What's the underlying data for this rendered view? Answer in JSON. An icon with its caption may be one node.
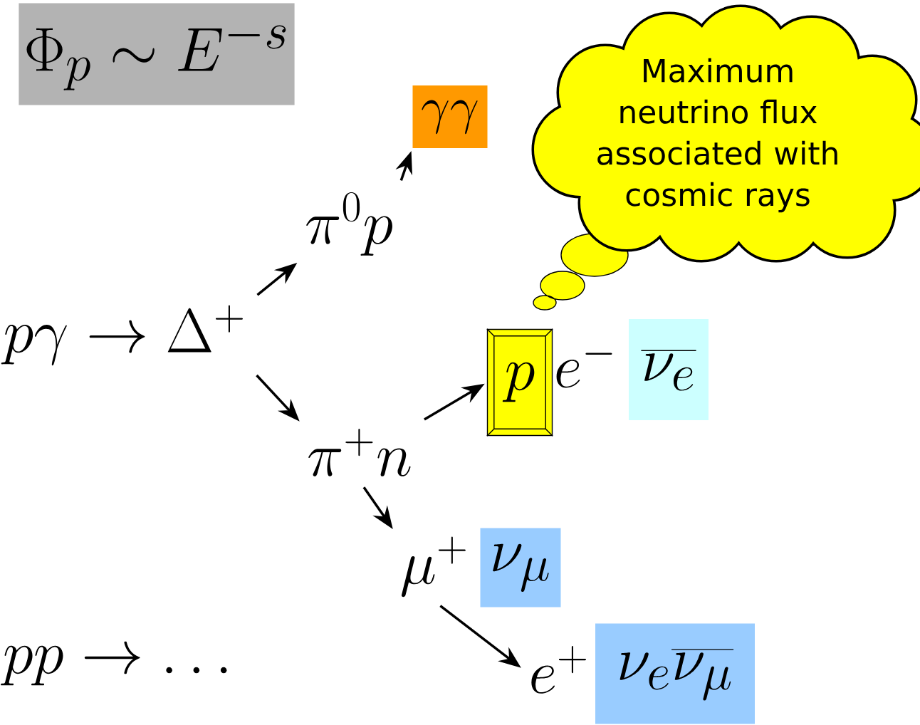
{
  "diagram": {
    "nodes": [
      {
        "text": [
          "\\Phi_{p} \\sim E^{-s}"
        ]
      },
      {
        "text": [
          "p\\gamma \\rightarrow \\Delta^{+}"
        ]
      },
      {
        "text": [
          "\\pi^{0} p"
        ]
      },
      {
        "text": [
          "\\gamma\\gamma"
        ]
      },
      {
        "text": [
          "\\pi^{+} n"
        ]
      },
      {
        "text": [
          "p"
        ]
      },
      {
        "text": [
          "\\overline{\\nu_{e}}"
        ]
      },
      {
        "text": [
          "\\mu^{+}"
        ]
      },
      {
        "text": [
          "\\nu_{\\mu}"
        ]
      },
      {
        "text": [
          "e^{+}"
        ]
      },
      {
        "text": [
          "\\nu_{e}\\overline{\\nu_{\\mu}}"
        ]
      },
      {
        "text": [
          "Maximum neutrino flux associated with cosmic rays"
        ]
      }
    ],
    "edges": [
      {
        "from": 1,
        "to": 2,
        "arrow": "to"
      },
      {
        "from": 2,
        "to": 3,
        "arrow": "to"
      },
      {
        "from": 1,
        "to": 4,
        "arrow": "to"
      },
      {
        "from": 4,
        "to": 5,
        "arrow": "to"
      },
      {
        "from": 4,
        "to": 7,
        "arrow": "to"
      },
      {
        "from": 7,
        "to": 9,
        "arrow": "to"
      }
    ],
    "labels": [
      "e^{-}",
      "pp \\rightarrow \\ldots"
    ]
  }
}
